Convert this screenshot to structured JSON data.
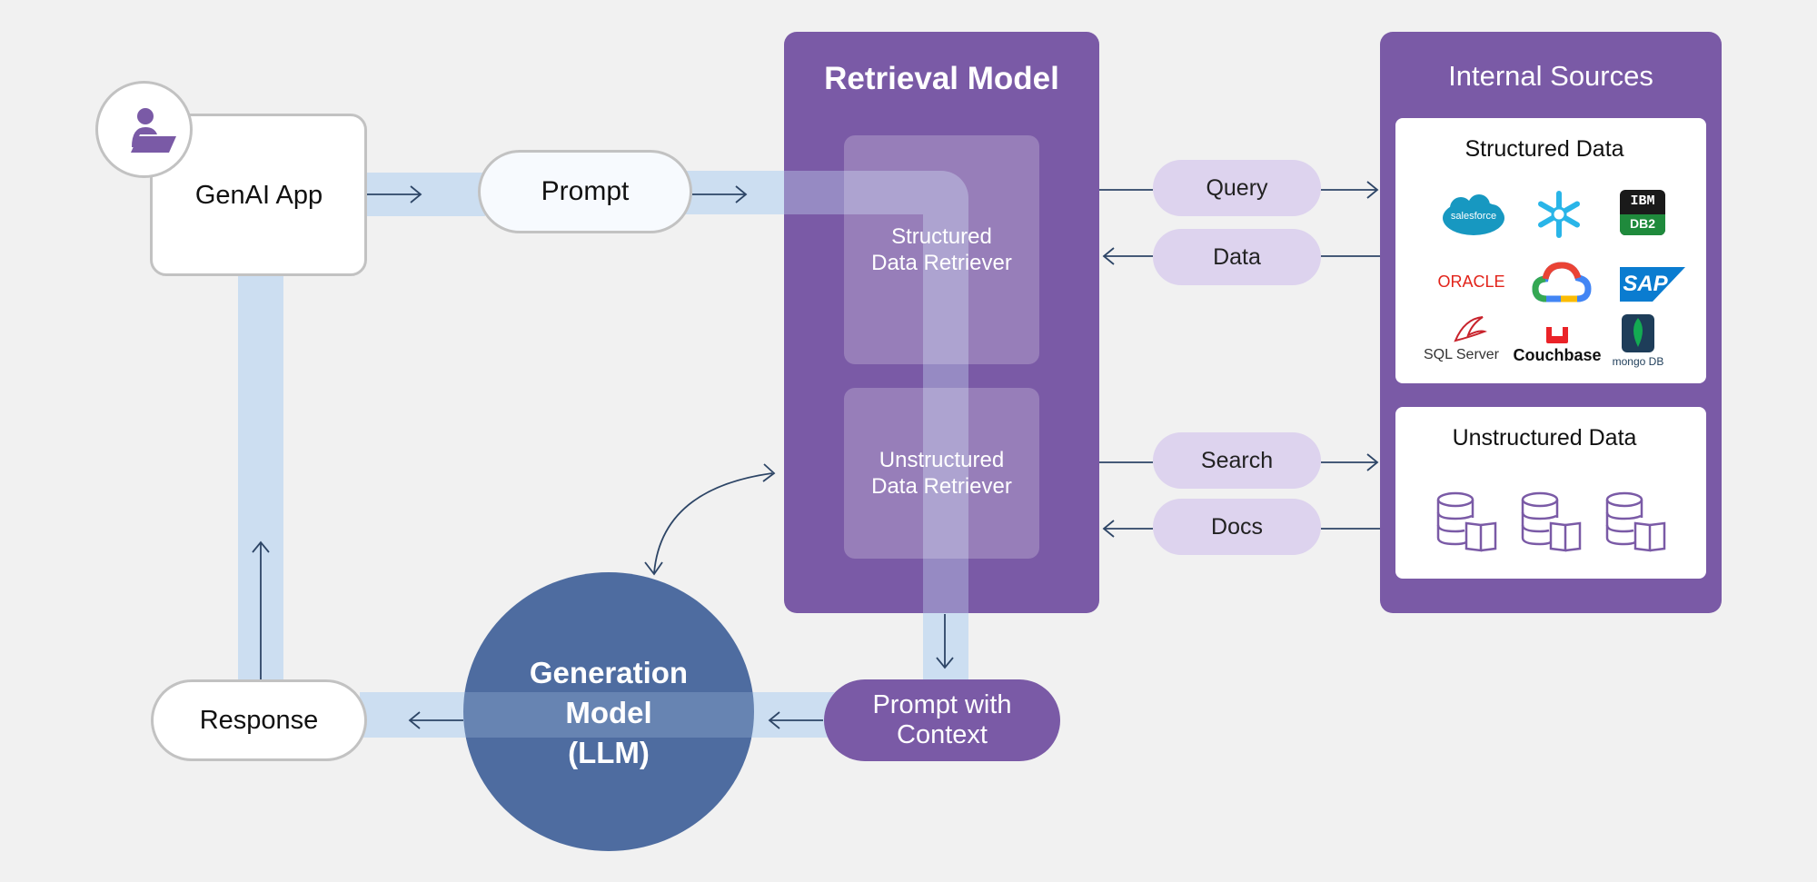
{
  "app": {
    "label": "GenAI App"
  },
  "prompt": {
    "label": "Prompt"
  },
  "retrieval": {
    "title": "Retrieval Model",
    "structured": [
      "Structured",
      "Data Retriever"
    ],
    "unstructured": [
      "Unstructured",
      "Data Retriever"
    ]
  },
  "exchanges": {
    "query": "Query",
    "data": "Data",
    "search": "Search",
    "docs": "Docs"
  },
  "sources": {
    "title": "Internal Sources",
    "structured_title": "Structured Data",
    "unstructured_title": "Unstructured Data",
    "logos": {
      "salesforce": "salesforce",
      "ibm": "IBM",
      "db2": "DB2",
      "oracle": "ORACLE",
      "sap": "SAP",
      "sqlserver": "SQL Server",
      "couchbase": "Couchbase",
      "mongodb": "mongo DB"
    }
  },
  "generation": {
    "line1": "Generation",
    "line2": "Model",
    "line3": "(LLM)"
  },
  "context": {
    "line1": "Prompt with",
    "line2": "Context"
  },
  "response": {
    "label": "Response"
  },
  "icons": [
    "user-laptop-icon",
    "salesforce-logo",
    "snowflake-logo",
    "ibm-db2-logo",
    "oracle-logo",
    "google-cloud-logo",
    "sap-logo",
    "sql-server-logo",
    "couchbase-logo",
    "mongodb-logo",
    "database-docs-icon"
  ],
  "colors": {
    "background": "#f1f1f1",
    "purple": "#7a5aa6",
    "lavender": "#ddd3ee",
    "flow": "#c5dbf1",
    "llm": "#4e6ca0",
    "arrow": "#2d4566"
  }
}
